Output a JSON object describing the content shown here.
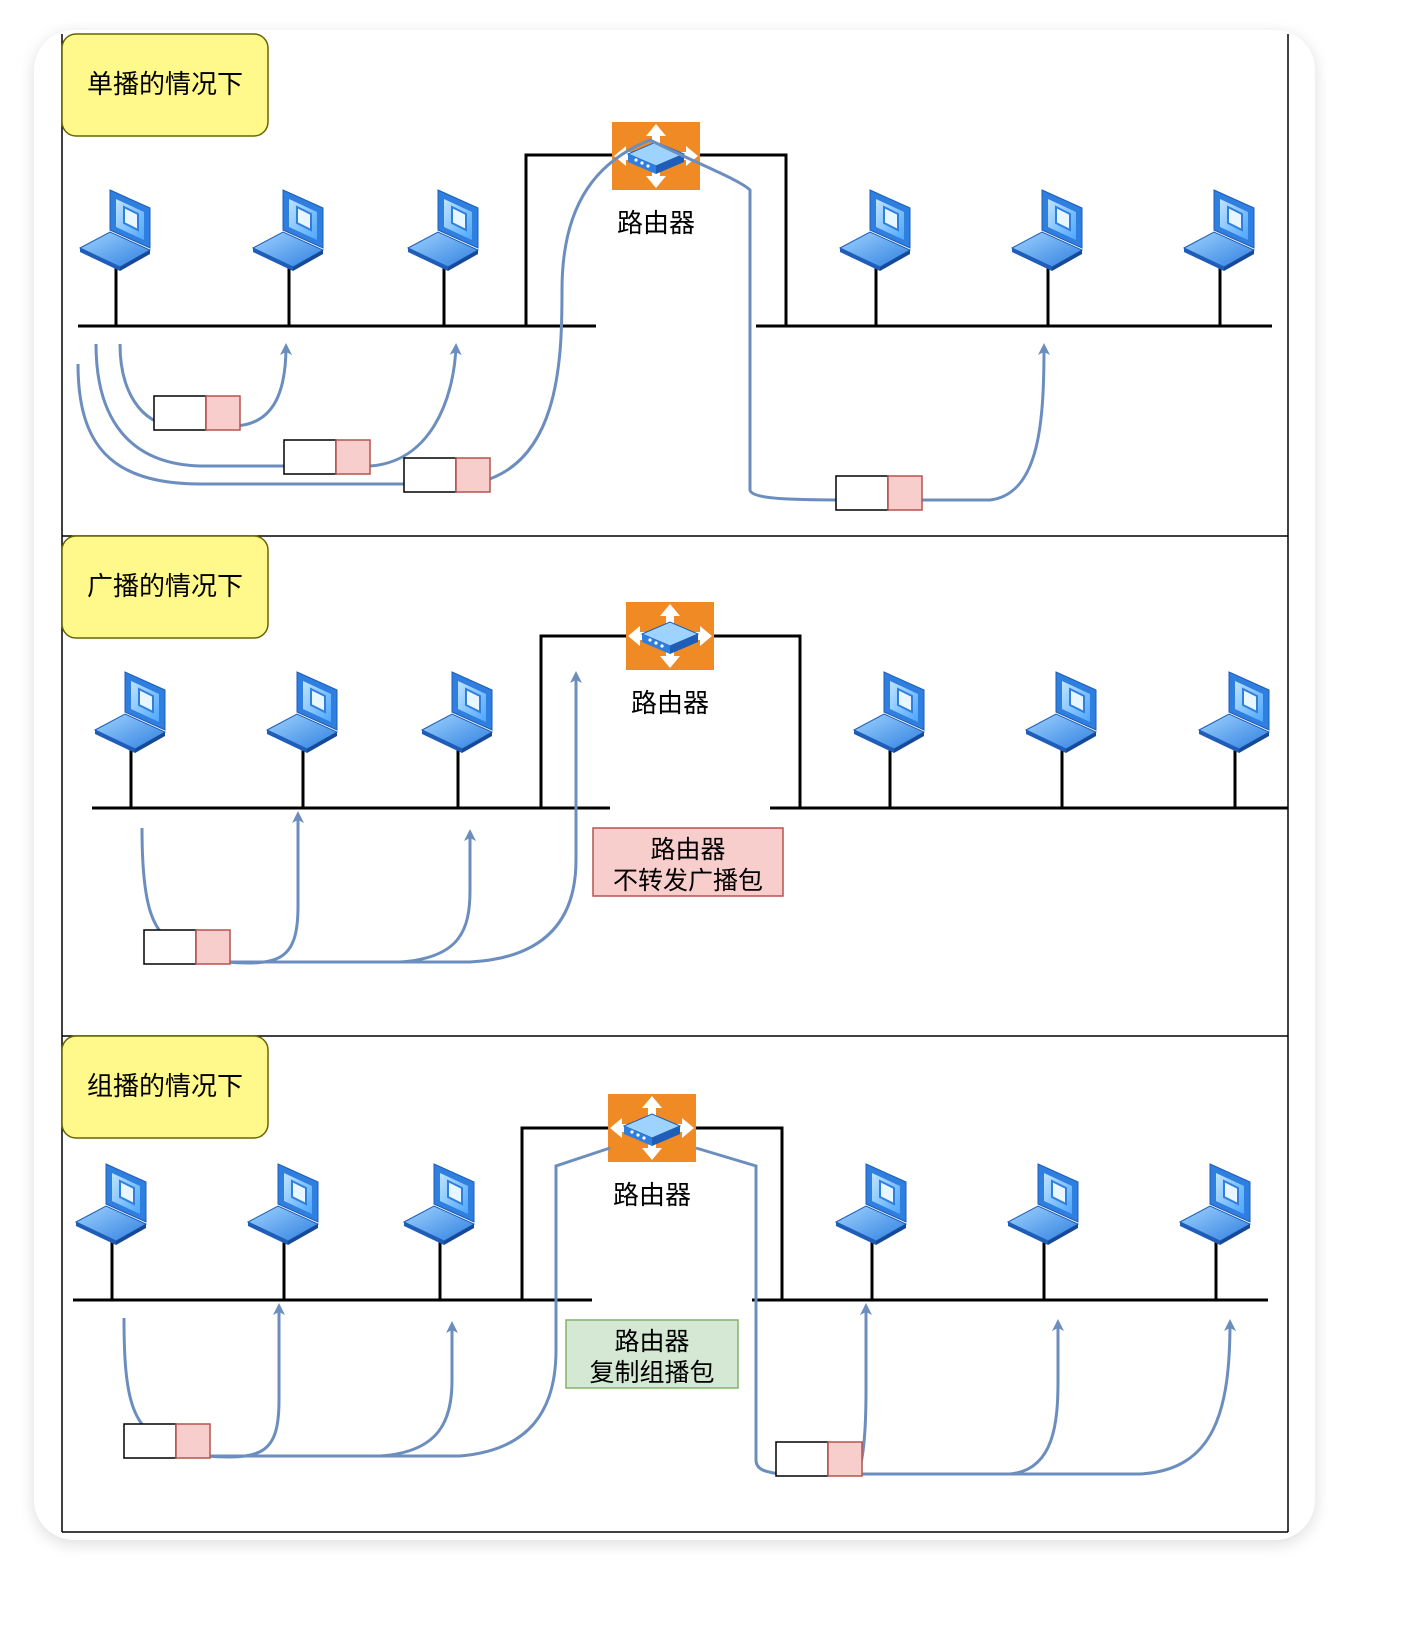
{
  "panels": [
    {
      "title": "单播的情况下",
      "router_label": "路由器"
    },
    {
      "title": "广播的情况下",
      "router_label": "路由器",
      "note": [
        "路由器",
        "不转发广播包"
      ]
    },
    {
      "title": "组播的情况下",
      "router_label": "路由器",
      "note": [
        "路由器",
        "复制组播包"
      ]
    }
  ],
  "colors": {
    "title_fill": "#fff88a",
    "title_stroke": "#666600",
    "flow": "#6c8ebf",
    "packet_payload": "#f8cecc",
    "packet_payload_stroke": "#b85450",
    "note_broadcast_fill": "#f8cecc",
    "note_broadcast_stroke": "#b85450",
    "note_multicast_fill": "#d5e8d4",
    "note_multicast_stroke": "#82b366",
    "router_orange": "#f08a24",
    "laptop_blue": "#2f7fe0"
  },
  "icons": {
    "host": "laptop-icon",
    "router": "router-icon"
  }
}
